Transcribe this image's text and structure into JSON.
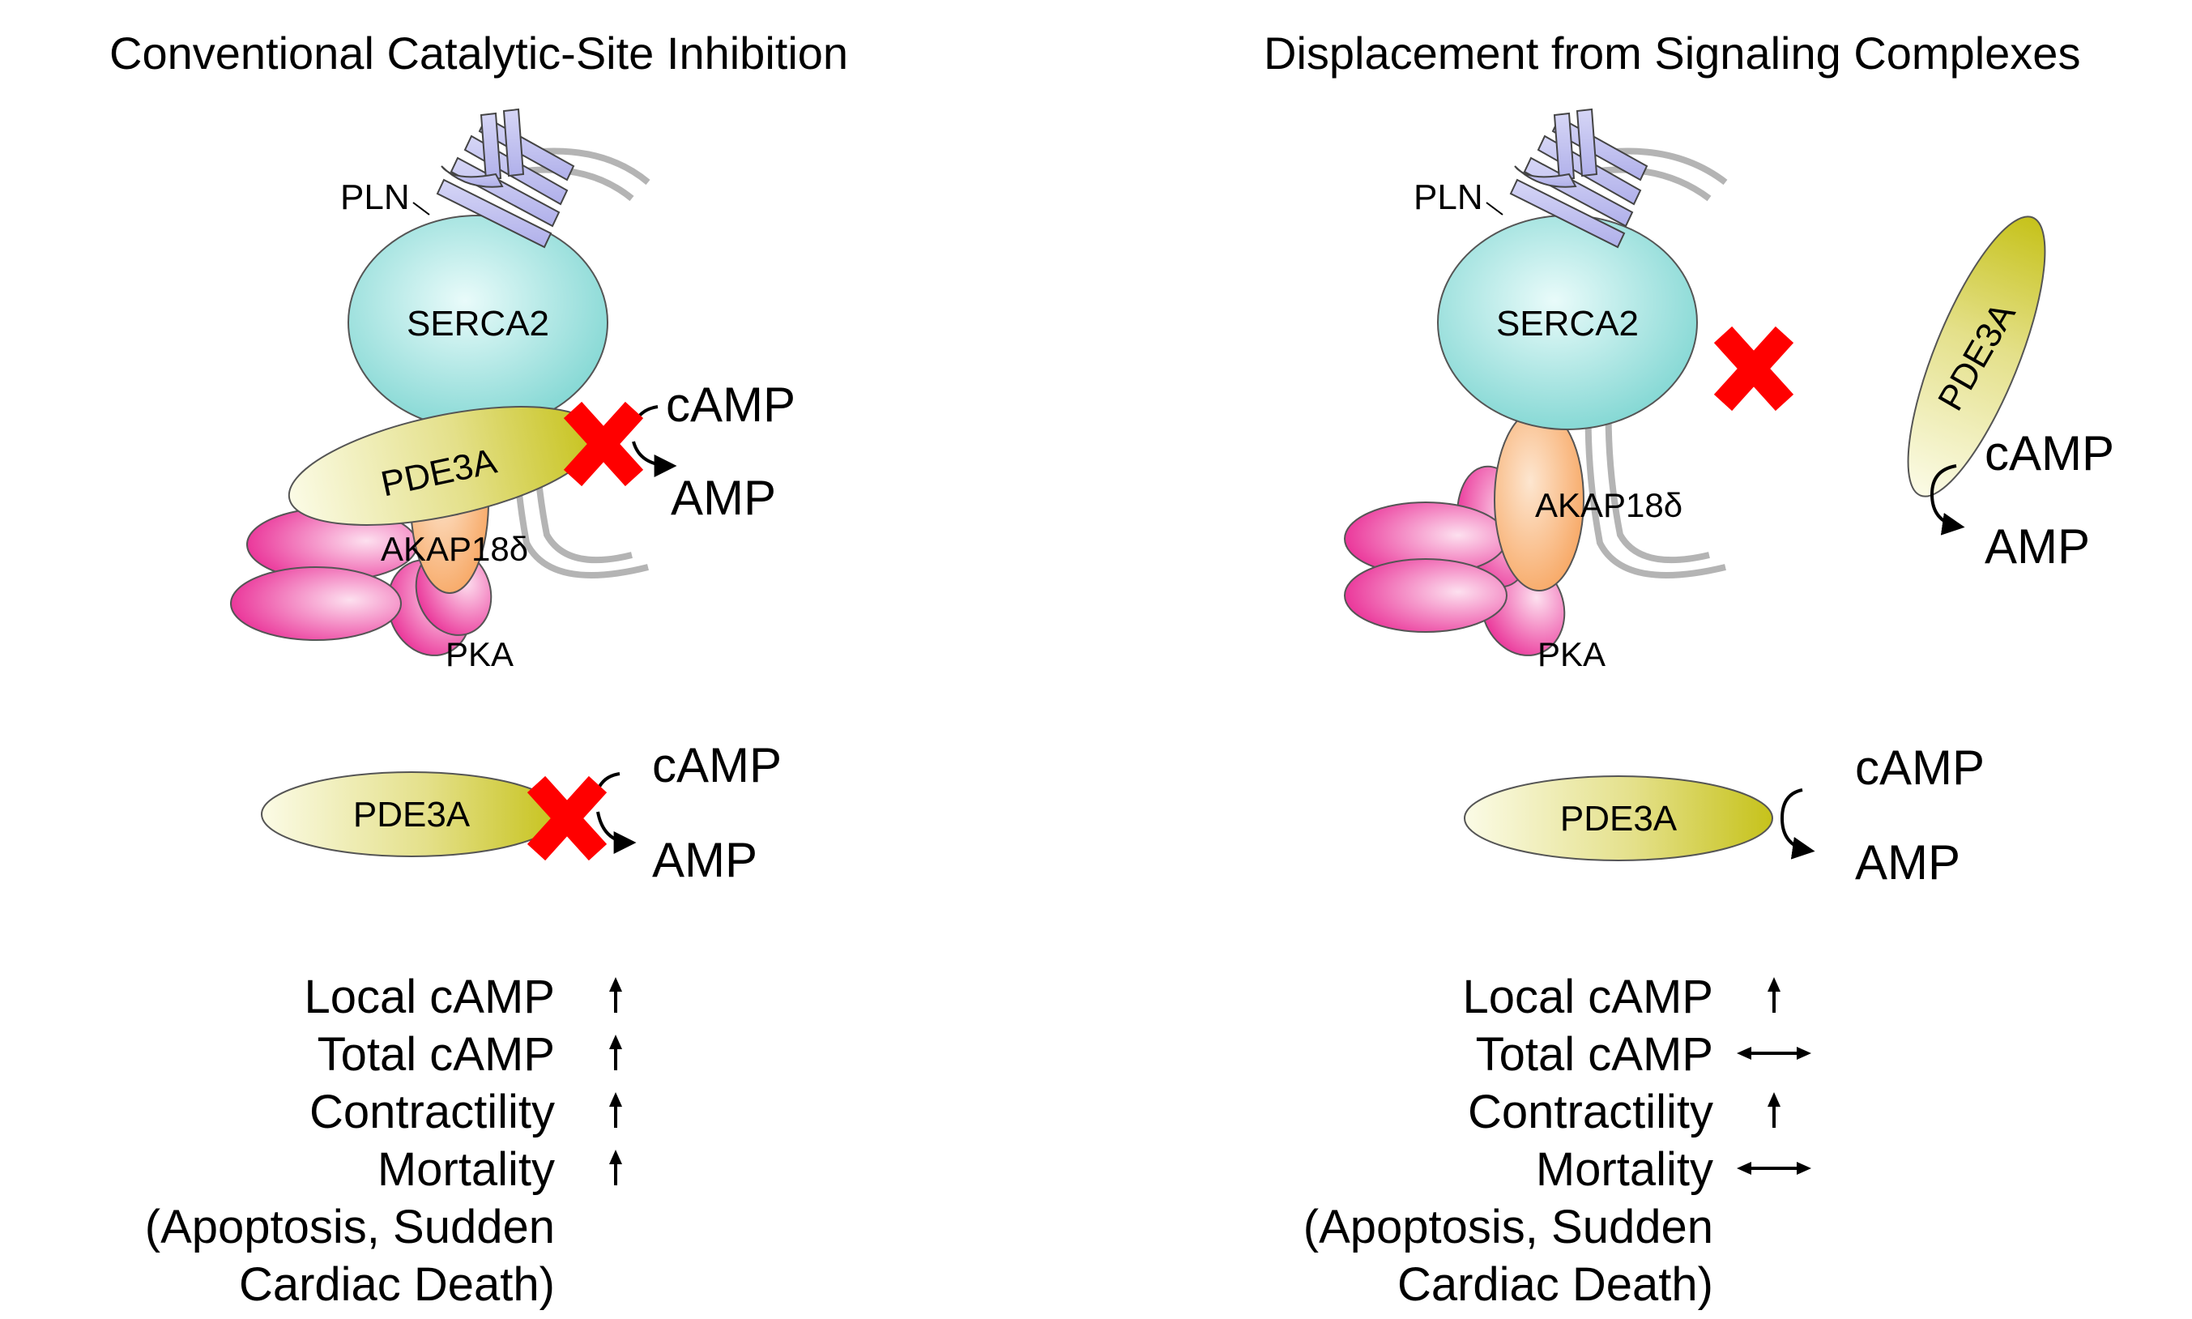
{
  "panels": [
    {
      "title": "Conventional Catalytic-Site Inhibition",
      "labels": {
        "pln": "PLN",
        "serca": "SERCA2",
        "pde": "PDE3A",
        "akap": "AKAP18δ",
        "pka": "PKA"
      },
      "complex_reaction": {
        "substrate": "cAMP",
        "product": "AMP",
        "inhibited": true
      },
      "free_reaction": {
        "enzyme": "PDE3A",
        "substrate": "cAMP",
        "product": "AMP",
        "inhibited": true
      },
      "effects": [
        {
          "label": "Local cAMP",
          "change": "increase"
        },
        {
          "label": "Total cAMP",
          "change": "increase"
        },
        {
          "label": "Contractility",
          "change": "increase"
        },
        {
          "label": "Mortality",
          "change": "increase"
        }
      ],
      "effects_note": [
        "(Apoptosis, Sudden",
        "Cardiac Death)"
      ]
    },
    {
      "title": "Displacement from Signaling Complexes",
      "labels": {
        "pln": "PLN",
        "serca": "SERCA2",
        "pde": "PDE3A",
        "akap": "AKAP18δ",
        "pka": "PKA"
      },
      "complex_reaction": {
        "substrate": "cAMP",
        "product": "AMP",
        "inhibited": false
      },
      "free_reaction": {
        "enzyme": "PDE3A",
        "substrate": "cAMP",
        "product": "AMP",
        "inhibited": false
      },
      "effects": [
        {
          "label": "Local cAMP",
          "change": "increase"
        },
        {
          "label": "Total cAMP",
          "change": "unchanged"
        },
        {
          "label": "Contractility",
          "change": "increase"
        },
        {
          "label": "Mortality",
          "change": "unchanged"
        }
      ],
      "effects_note": [
        "(Apoptosis, Sudden",
        "Cardiac Death)"
      ]
    }
  ],
  "colors": {
    "serca": "#7fd6d2",
    "pln": "#b4b4ec",
    "pde": "#c6c21a",
    "akap": "#f7a45e",
    "pka": "#e8208f",
    "inhibit_x": "#ff0000",
    "membrane": "#b4b4b4"
  }
}
